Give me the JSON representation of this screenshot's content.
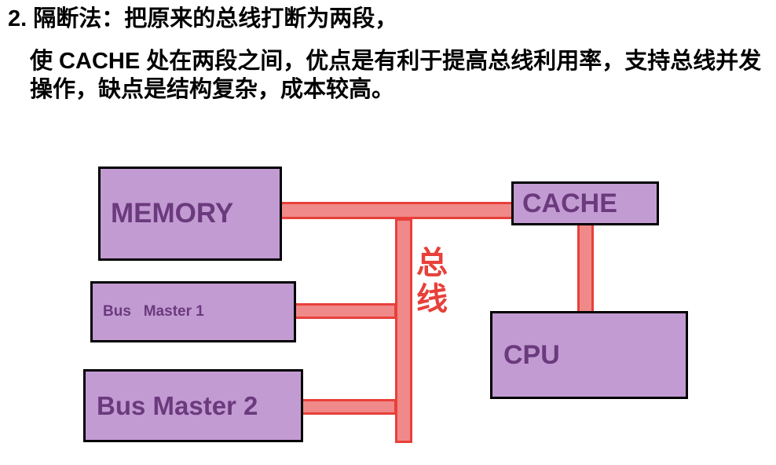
{
  "heading": "2. 隔断法：把原来的总线打断为两段，",
  "paragraph": "使 CACHE 处在两段之间，优点是有利于提高总线利用率，支持总线并发操作，缺点是结构复杂，成本较高。",
  "diagram": {
    "memory": "MEMORY",
    "cache": "CACHE",
    "cpu": "CPU",
    "bus_master_1": "Bus   Master 1",
    "bus_master_2": "Bus Master 2",
    "bus_label": "总线"
  },
  "colors": {
    "box_fill": "#c39bd3",
    "box_text": "#6b3a7d",
    "bus_fill": "#f08a8a",
    "bus_stroke": "#e8403a"
  }
}
